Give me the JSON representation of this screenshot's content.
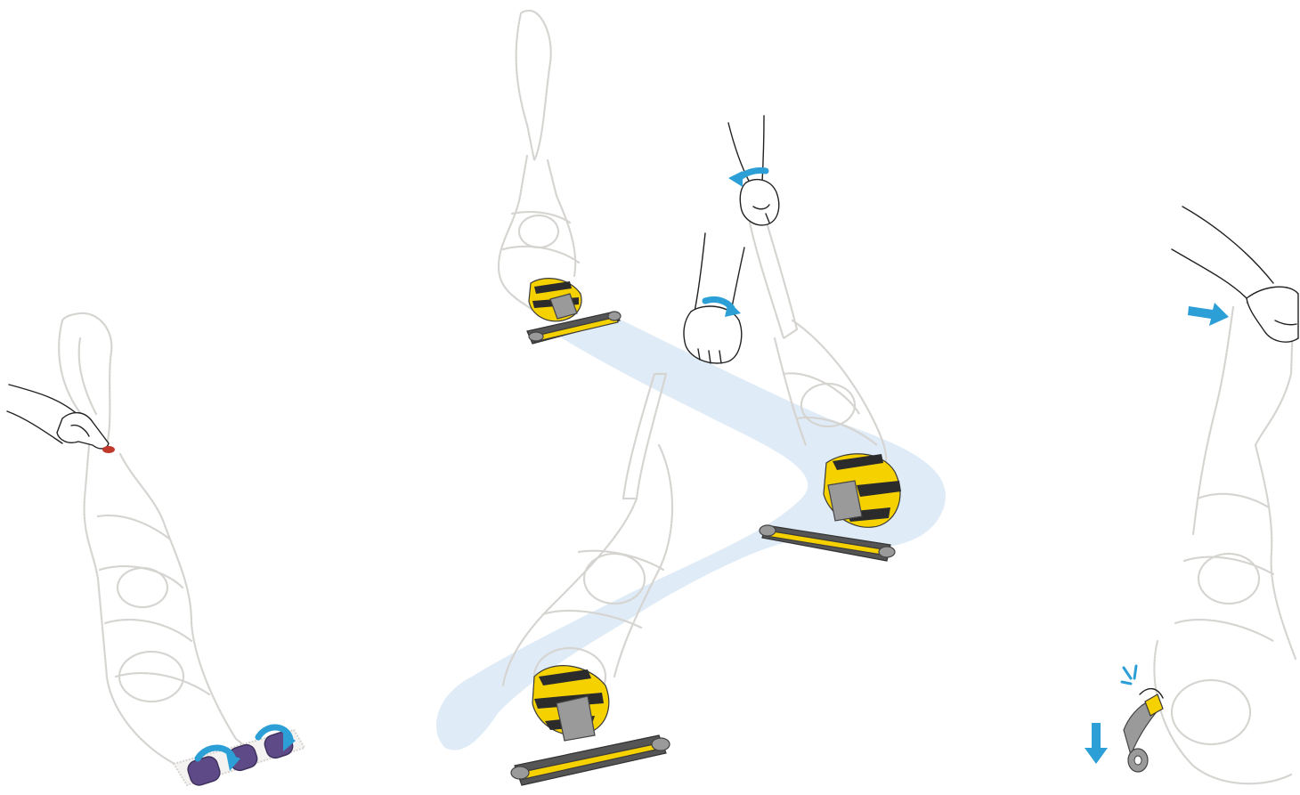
{
  "figure": {
    "panels": [
      {
        "id": "release-and-rollers"
      },
      {
        "id": "steering-motion"
      },
      {
        "id": "recline-and-release-head"
      }
    ],
    "colors": {
      "machine_outline": "#d6d4d0",
      "cleaner_head": "#f5d100",
      "direction_arrows": "#2b9fd6",
      "floor_path": "#d9e8f4",
      "brush_roller": "#5d4a86",
      "button": "#c0392b"
    },
    "icons": [
      "hand-pointing-icon",
      "hand-gripping-icon",
      "rotate-arrow-icon",
      "push-arrow-icon",
      "down-arrow-icon",
      "click-mark-icon"
    ]
  }
}
